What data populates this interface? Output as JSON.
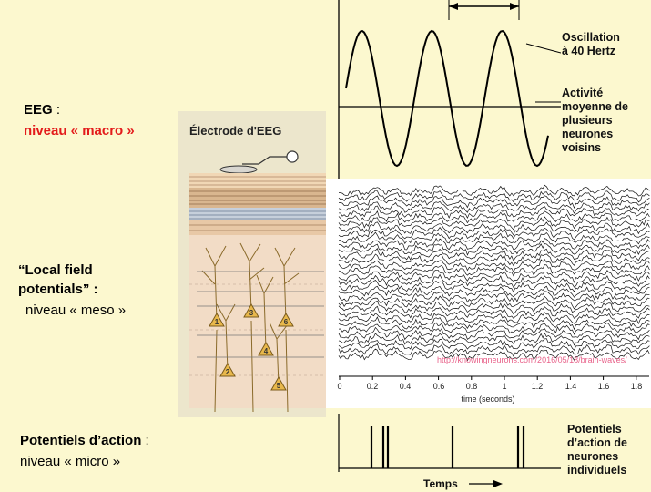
{
  "levels": {
    "eeg": {
      "title": "EEG",
      "colon": " :",
      "level": "niveau « macro »"
    },
    "lfp": {
      "title_line1": "“Local field",
      "title_line2": "potentials” :",
      "level": "niveau « meso »"
    },
    "spikes": {
      "title": "Potentiels d’action",
      "colon": " :",
      "level": "niveau  « micro »"
    }
  },
  "electrode": {
    "label": "Électrode d'EEG",
    "neuron_numbers": [
      "1",
      "2",
      "3",
      "4",
      "5",
      "6"
    ]
  },
  "oscillation": {
    "annotation_1": [
      "Oscillation",
      "à 40 Hertz"
    ],
    "annotation_2": [
      "Activité",
      "moyenne de",
      "plusieurs",
      "neurones",
      "voisins"
    ]
  },
  "lfp_plot": {
    "source_link": "http://knowingneurons.com/2016/05/18/brain-waves/",
    "x_ticks": [
      "0",
      "0.2",
      "0.4",
      "0.6",
      "0.8",
      "1",
      "1.2",
      "1.4",
      "1.6",
      "1.8"
    ],
    "x_label": "time (seconds)"
  },
  "spike_train": {
    "annotation": [
      "Potentiels",
      "d’action de",
      "neurones",
      "individuels"
    ],
    "axis_label": "Temps"
  },
  "colors": {
    "background": "#fcf8cf",
    "accent_red": "#e31b1b",
    "link_pink": "#e8628a"
  }
}
